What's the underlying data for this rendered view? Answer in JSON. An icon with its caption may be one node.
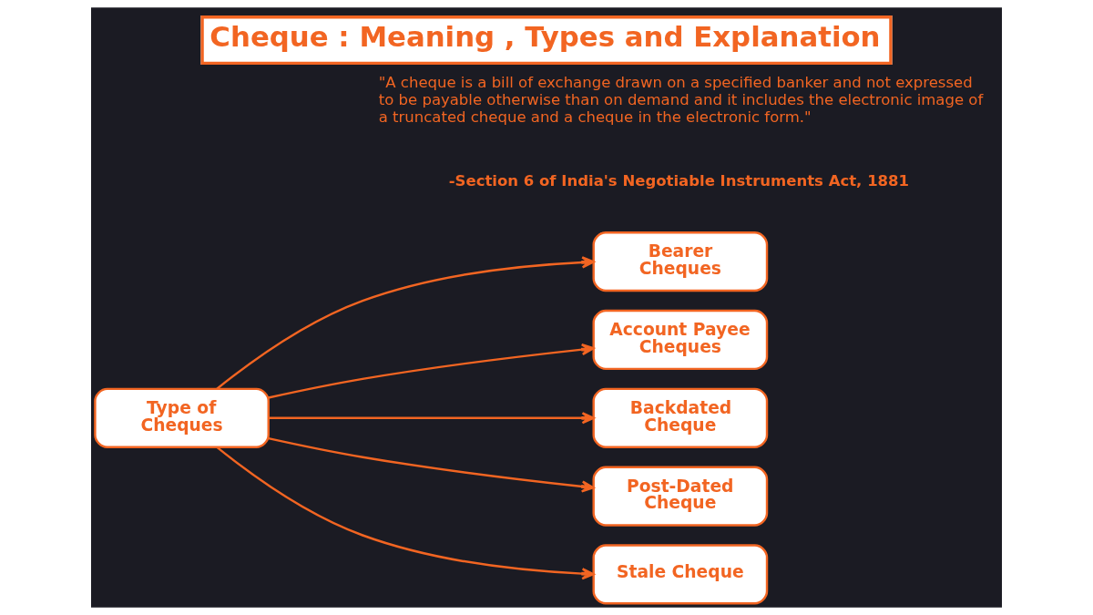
{
  "diagram": {
    "title": "Cheque : Meaning , Types and Explanation",
    "nodes": [
      {
        "text": [
          "Type of Cheques"
        ]
      },
      {
        "text": [
          "Bearer Cheques"
        ]
      },
      {
        "text": [
          "Account Payee Cheques"
        ]
      },
      {
        "text": [
          "Backdated Cheque"
        ]
      },
      {
        "text": [
          "Post-Dated Cheque"
        ]
      },
      {
        "text": [
          "Stale Cheque"
        ]
      }
    ],
    "edges": [
      {
        "from": 0,
        "to": 1,
        "arrow": "to"
      },
      {
        "from": 0,
        "to": 2,
        "arrow": "to"
      },
      {
        "from": 0,
        "to": 3,
        "arrow": "to"
      },
      {
        "from": 0,
        "to": 4,
        "arrow": "to"
      },
      {
        "from": 0,
        "to": 5,
        "arrow": "to"
      }
    ],
    "labels": [
      "\"A cheque is a bill of exchange drawn on a specified banker and not expressed to be payable otherwise than on demand and it includes the electronic image of a truncated cheque and a cheque in the electronic form.\"",
      "-Section 6 of India's Negotiable Instruments Act, 1881"
    ]
  }
}
